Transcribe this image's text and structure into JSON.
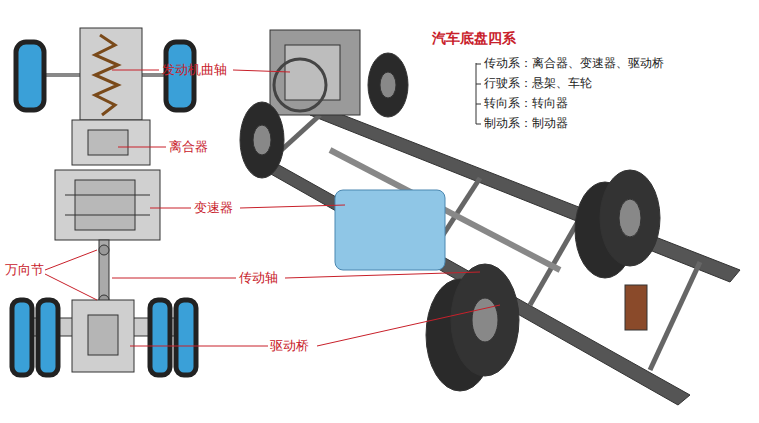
{
  "diagram": {
    "title": "汽车底盘四系",
    "labels": [
      "发动机曲轴",
      "离合器",
      "变速器",
      "万向节",
      "传动轴",
      "驱动桥",
      "传动系：离合器、变速器、驱动桥",
      "行驶系：悬架、车轮",
      "转向系：转向器",
      "制动系：制动器"
    ]
  }
}
